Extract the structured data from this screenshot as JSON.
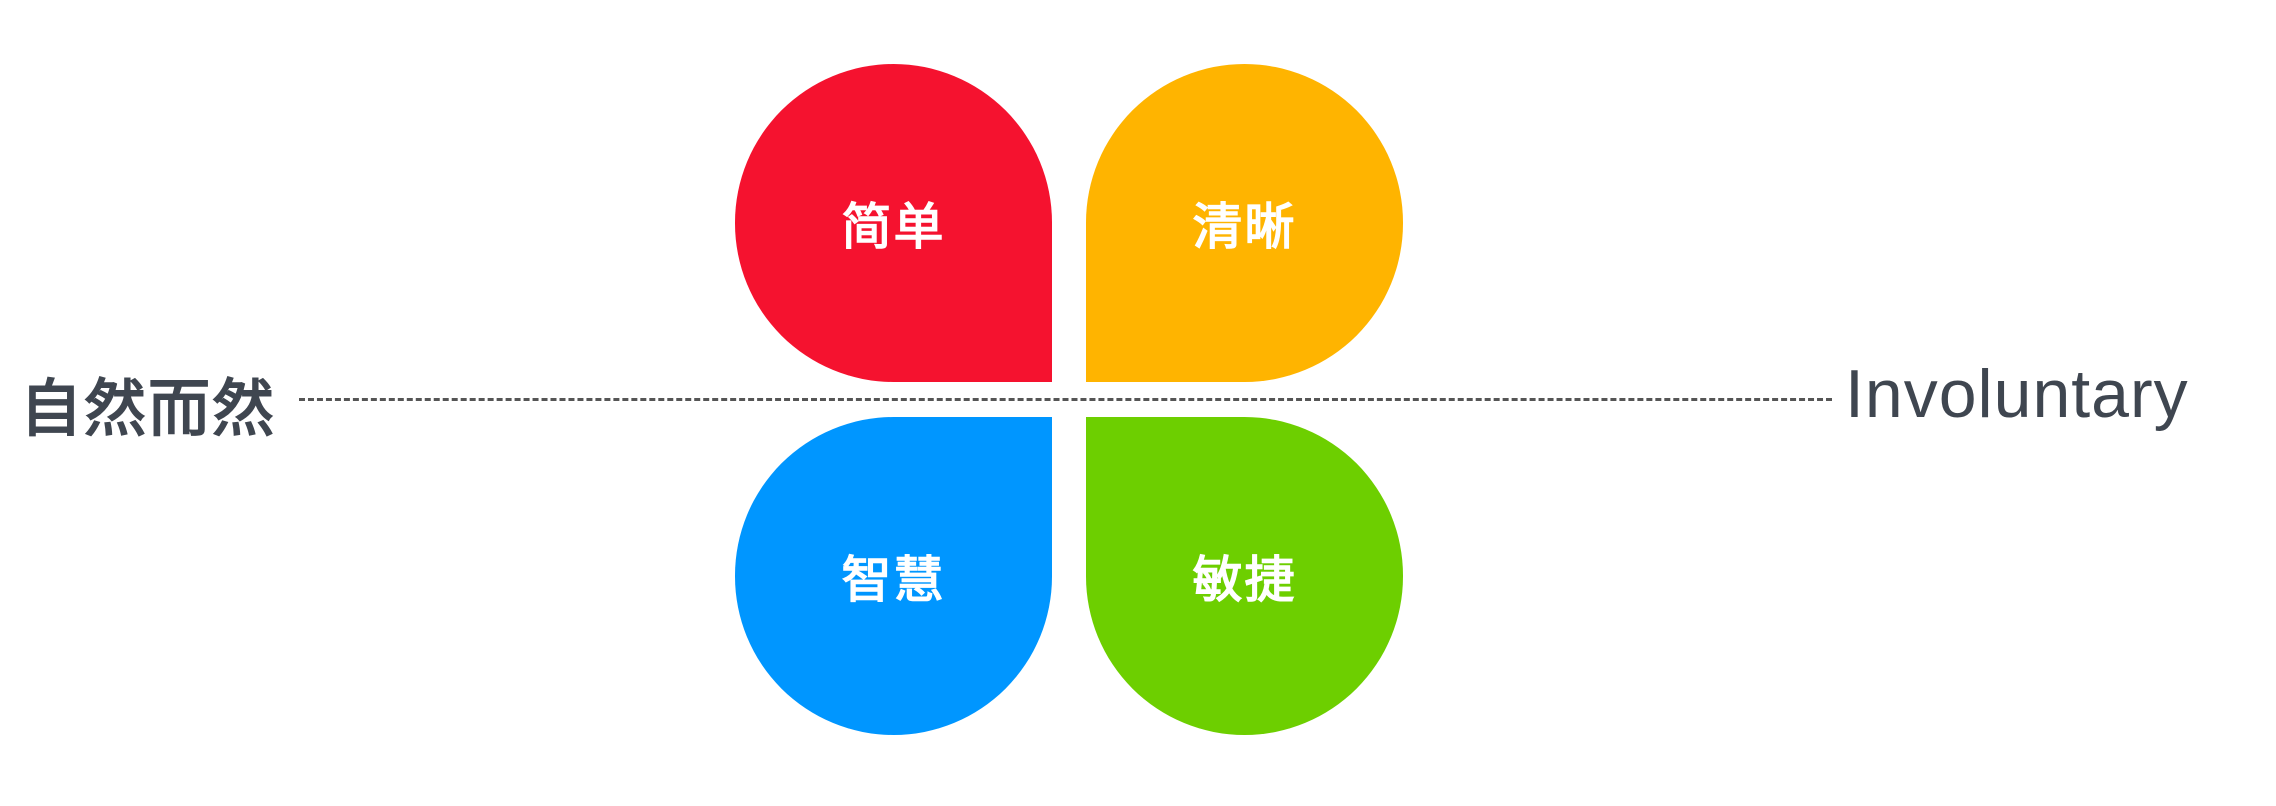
{
  "petals": [
    {
      "label": "简单",
      "color": "#F5122F"
    },
    {
      "label": "清晰",
      "color": "#FFB400"
    },
    {
      "label": "智慧",
      "color": "#0096FF"
    },
    {
      "label": "敏捷",
      "color": "#6DCF00"
    }
  ],
  "axis": {
    "left_label": "自然而然",
    "right_label": "Involuntary"
  }
}
